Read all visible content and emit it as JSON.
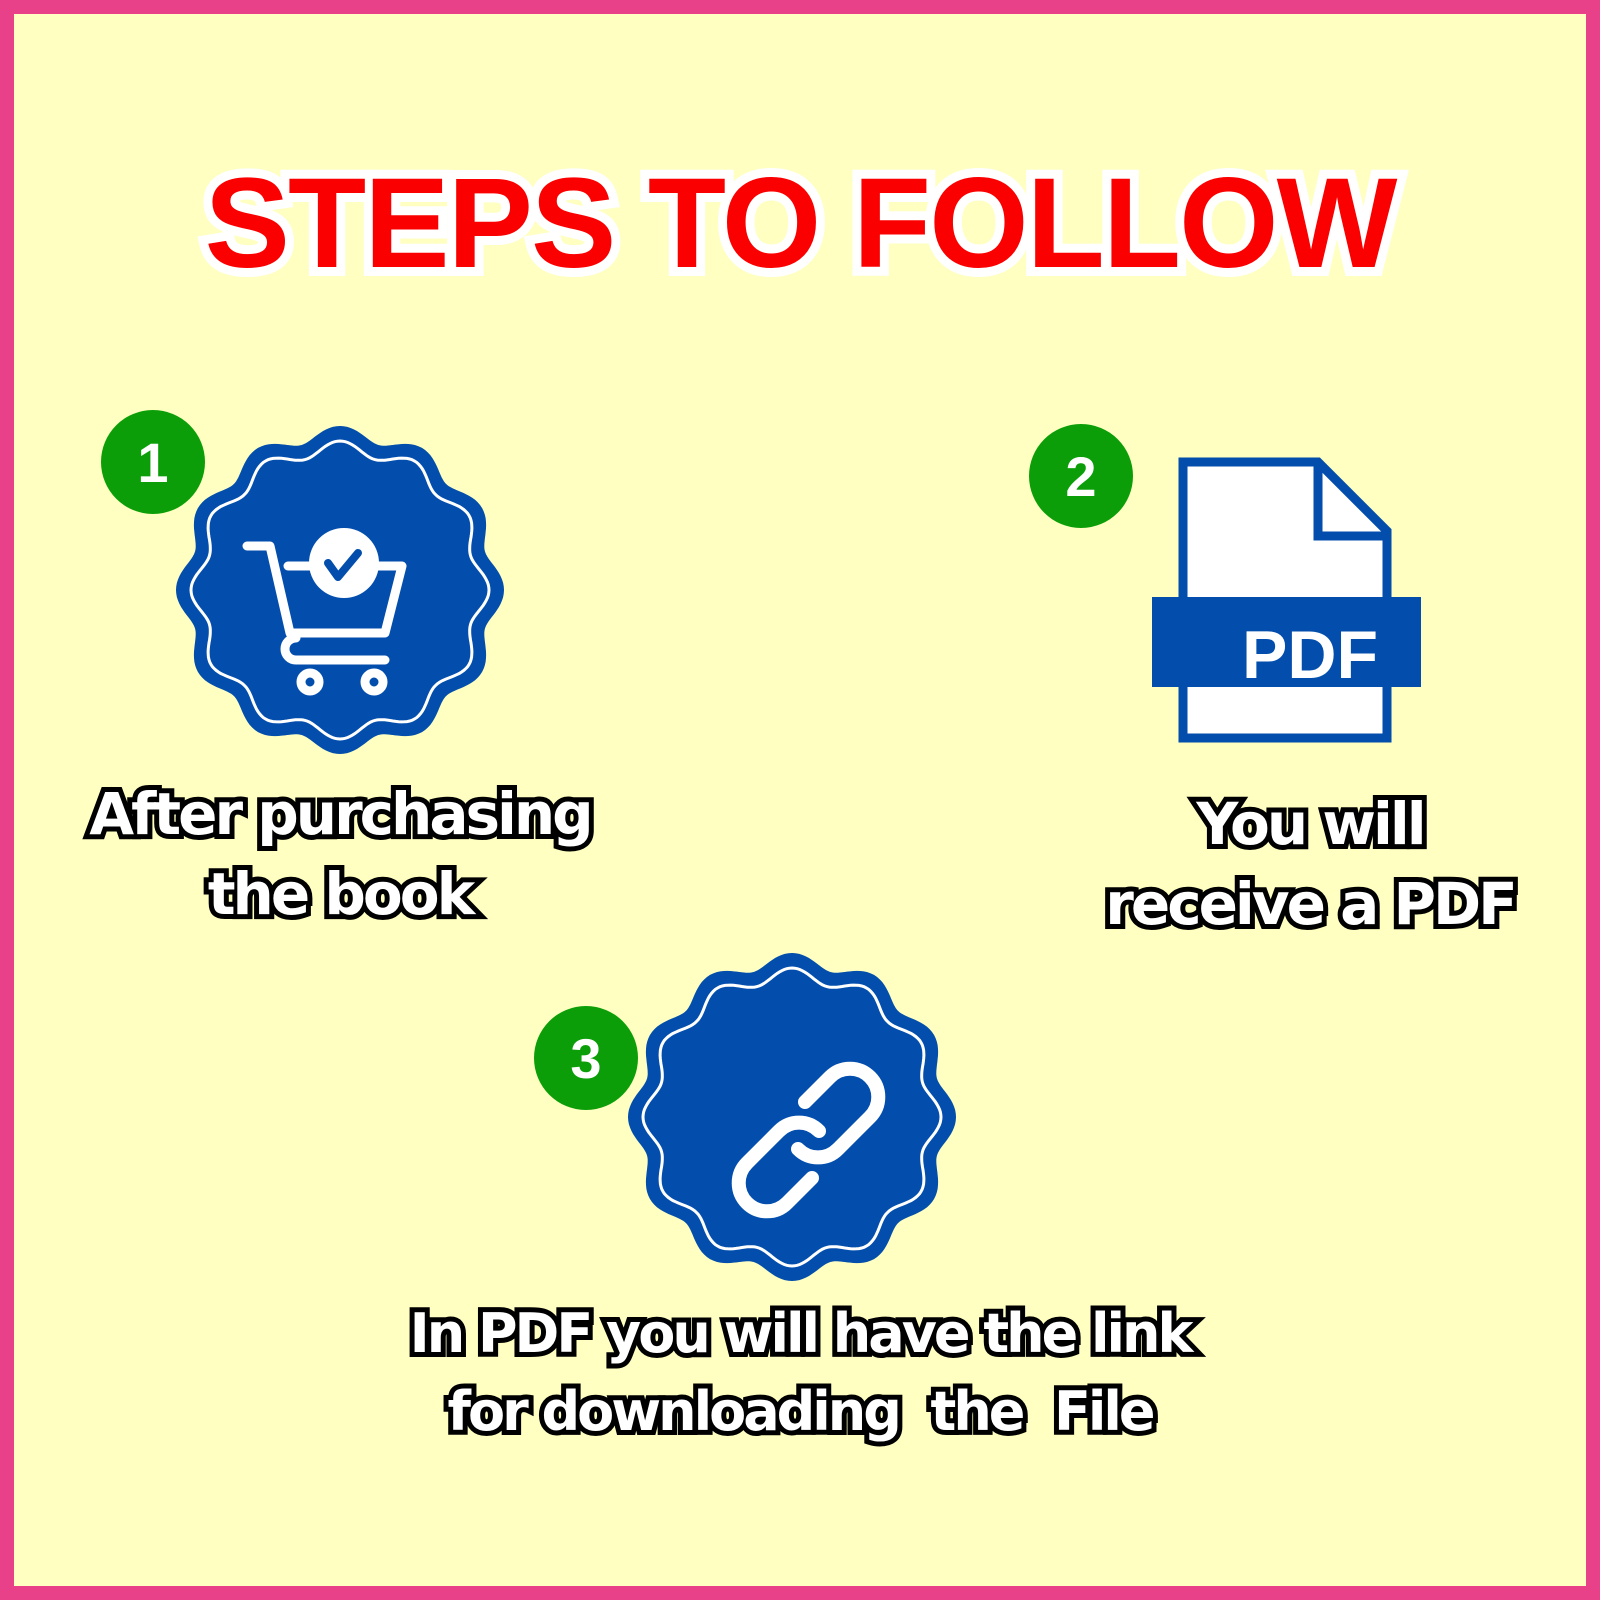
{
  "title": "STEPS TO FOLLOW",
  "colors": {
    "border": "#e8418a",
    "background": "#feffc0",
    "title": "#fb0000",
    "badge": "#034ead",
    "number": "#0b9e08"
  },
  "steps": [
    {
      "number": "1",
      "icon": "shopping-cart-check-icon",
      "caption_line1": "After purchasing",
      "caption_line2": "the book"
    },
    {
      "number": "2",
      "icon": "pdf-file-icon",
      "icon_label": "PDF",
      "caption_line1": "You will",
      "caption_line2": "receive a PDF"
    },
    {
      "number": "3",
      "icon": "link-icon",
      "caption_line1": "In PDF you will have the link",
      "caption_line2": "for downloading  the  File"
    }
  ]
}
